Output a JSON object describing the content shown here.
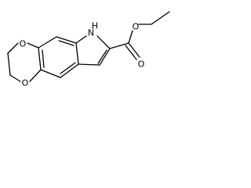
{
  "molecule": {
    "atom_labels": {
      "nh": "H\nN",
      "nh_n": "N",
      "nh_h": "H",
      "ester_o_single": "O",
      "ester_o_double": "O",
      "ring_o_top": "O",
      "ring_o_bottom": "O"
    }
  }
}
